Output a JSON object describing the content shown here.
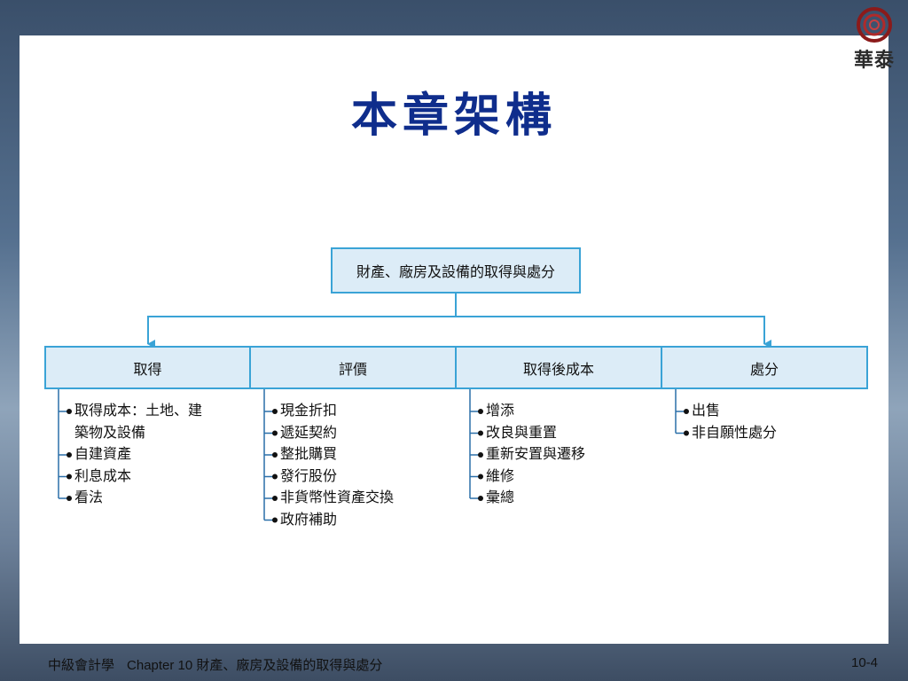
{
  "slide": {
    "title": "本章架構",
    "logo_text": "華泰",
    "logo_icon": "concentric-rings-icon",
    "brand_color": "#0f2d8c",
    "accent_color": "#3aa3d6"
  },
  "diagram": {
    "root": "財產、廠房及設備的取得與處分",
    "categories": [
      {
        "label": "取得",
        "items": [
          "取得成本：土地、建",
          "築物及設備",
          "自建資產",
          "利息成本",
          "看法"
        ]
      },
      {
        "label": "評價",
        "items": [
          "現金折扣",
          "遞延契約",
          "整批購買",
          "發行股份",
          "非貨幣性資產交換",
          "政府補助"
        ]
      },
      {
        "label": "取得後成本",
        "items": [
          "增添",
          "改良與重置",
          "重新安置與遷移",
          "維修",
          "彙總"
        ]
      },
      {
        "label": "處分",
        "items": [
          "出售",
          "非自願性處分"
        ]
      }
    ]
  },
  "footer": {
    "course": "中級會計學",
    "chapter": "Chapter 10 財產、廠房及設備的取得與處分",
    "page": "10-4"
  }
}
